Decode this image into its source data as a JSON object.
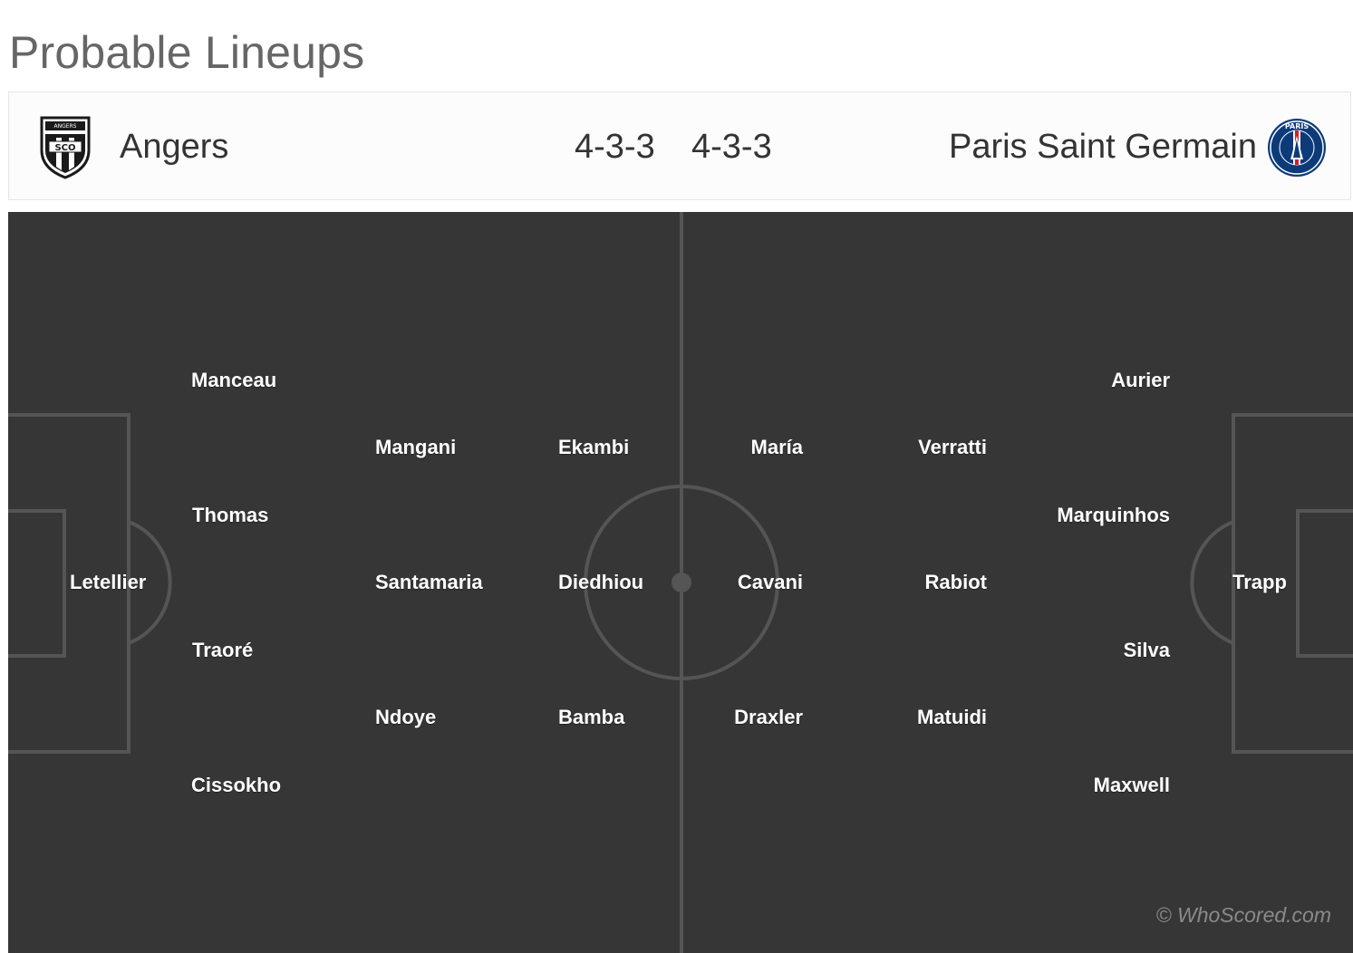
{
  "page": {
    "title": "Probable Lineups"
  },
  "home": {
    "name": "Angers",
    "formation": "4-3-3",
    "crest_icon": "angers-sco-crest-icon",
    "crest_text": "SCO",
    "players": [
      {
        "name": "Letellier"
      },
      {
        "name": "Manceau"
      },
      {
        "name": "Thomas"
      },
      {
        "name": "Traoré"
      },
      {
        "name": "Cissokho"
      },
      {
        "name": "Mangani"
      },
      {
        "name": "Santamaria"
      },
      {
        "name": "Ndoye"
      },
      {
        "name": "Ekambi"
      },
      {
        "name": "Diedhiou"
      },
      {
        "name": "Bamba"
      }
    ]
  },
  "away": {
    "name": "Paris Saint Germain",
    "formation": "4-3-3",
    "crest_icon": "psg-crest-icon",
    "crest_text": "PARIS",
    "players": [
      {
        "name": "Trapp"
      },
      {
        "name": "Aurier"
      },
      {
        "name": "Marquinhos"
      },
      {
        "name": "Silva"
      },
      {
        "name": "Maxwell"
      },
      {
        "name": "Verratti"
      },
      {
        "name": "Rabiot"
      },
      {
        "name": "Matuidi"
      },
      {
        "name": "María"
      },
      {
        "name": "Cavani"
      },
      {
        "name": "Draxler"
      }
    ]
  },
  "footer": {
    "watermark": "© WhoScored.com"
  },
  "colors": {
    "pitch": "#363636",
    "pitch_lines": "#555555",
    "title_text": "#666666",
    "team_text": "#333333",
    "player_text": "#ffffff"
  }
}
